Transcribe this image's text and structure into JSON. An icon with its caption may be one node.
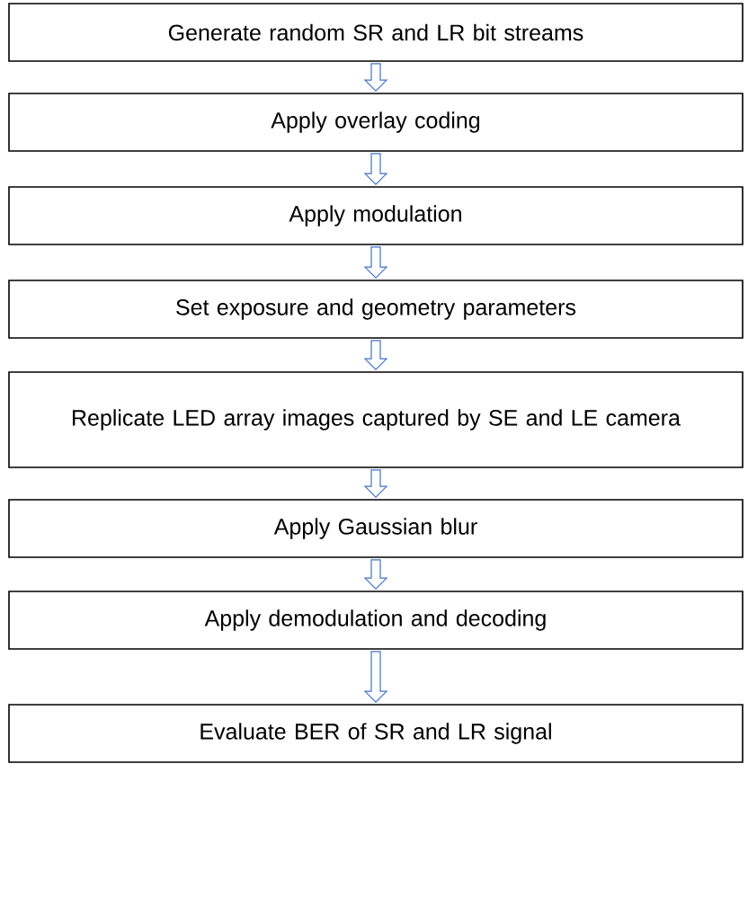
{
  "diagram": {
    "nodes": [
      {
        "text": [
          "Generate random SR and LR bit streams"
        ]
      },
      {
        "text": [
          "Apply overlay coding"
        ]
      },
      {
        "text": [
          "Apply modulation"
        ]
      },
      {
        "text": [
          "Set exposure and geometry parameters"
        ]
      },
      {
        "text": [
          "Replicate LED array images captured by SE and LE camera"
        ]
      },
      {
        "text": [
          "Apply Gaussian blur"
        ]
      },
      {
        "text": [
          "Apply demodulation and decoding"
        ]
      },
      {
        "text": [
          "Evaluate BER of SR and LR signal"
        ]
      }
    ],
    "edges": [
      {
        "from": 0,
        "to": 1,
        "arrow": "to"
      },
      {
        "from": 1,
        "to": 2,
        "arrow": "to"
      },
      {
        "from": 2,
        "to": 3,
        "arrow": "to"
      },
      {
        "from": 3,
        "to": 4,
        "arrow": "to"
      },
      {
        "from": 4,
        "to": 5,
        "arrow": "to"
      },
      {
        "from": 5,
        "to": 6,
        "arrow": "to"
      },
      {
        "from": 6,
        "to": 7,
        "arrow": "to"
      }
    ]
  }
}
